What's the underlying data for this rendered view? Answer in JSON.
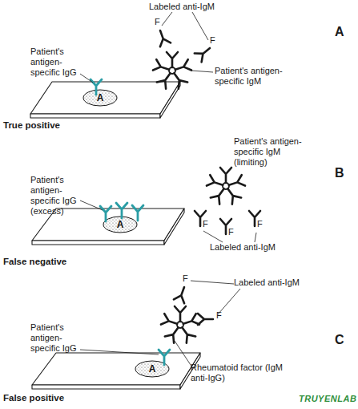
{
  "diagram": {
    "nodes": [
      {
        "text": [
          "A"
        ]
      },
      {
        "text": [
          "A"
        ]
      },
      {
        "text": [
          "A"
        ]
      }
    ],
    "labels": [
      "Labeled anti-IgM",
      "F",
      "F",
      "A",
      "Patient's antigen-specific IgM",
      "Patient's antigen-specific IgG",
      "True positive",
      "Patient's antigen-specific IgM (limiting)",
      "B",
      "Patient's antigen-specific IgG (excess)",
      "F",
      "F",
      "F",
      "Labeled anti-IgM",
      "False negative",
      "Labeled anti-IgM",
      "F",
      "F",
      "C",
      "Patient's antigen-specific IgG",
      "Rheumatoid factor (IgM anti-IgG)",
      "False positive",
      "TRUYENLAB"
    ]
  }
}
